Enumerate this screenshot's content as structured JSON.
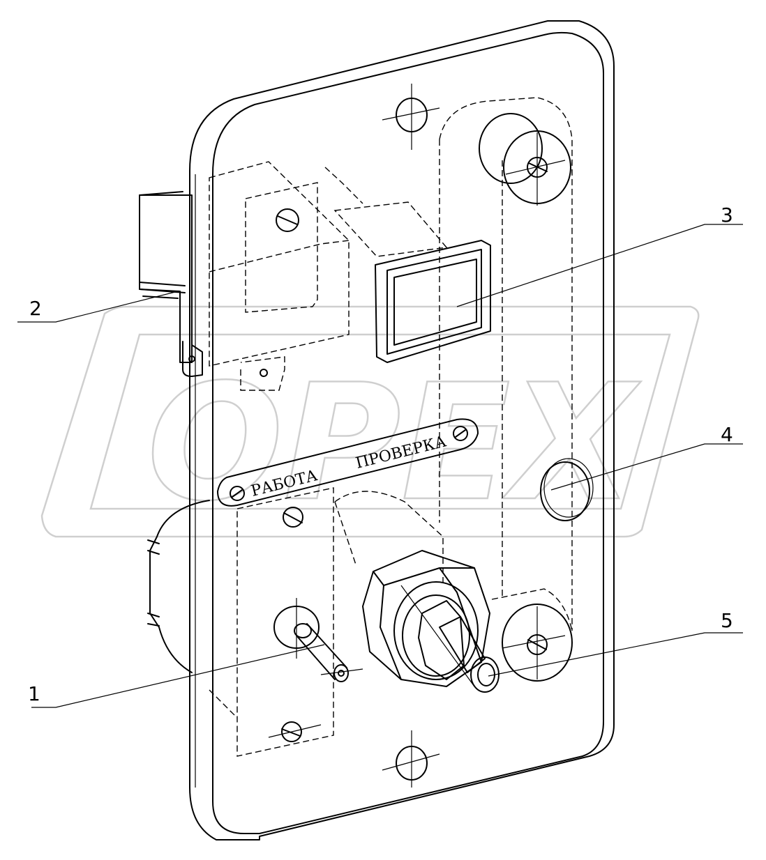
{
  "watermark": {
    "text": "OPEX"
  },
  "plate": {
    "left_label": "РАБОТА",
    "right_label": "ПРОВЕРКА"
  },
  "callouts": [
    {
      "number": "1"
    },
    {
      "number": "2"
    },
    {
      "number": "3"
    },
    {
      "number": "4"
    },
    {
      "number": "5"
    }
  ],
  "colors": {
    "line": "#000000",
    "watermark": "#cfcfcf",
    "background": "#ffffff"
  }
}
